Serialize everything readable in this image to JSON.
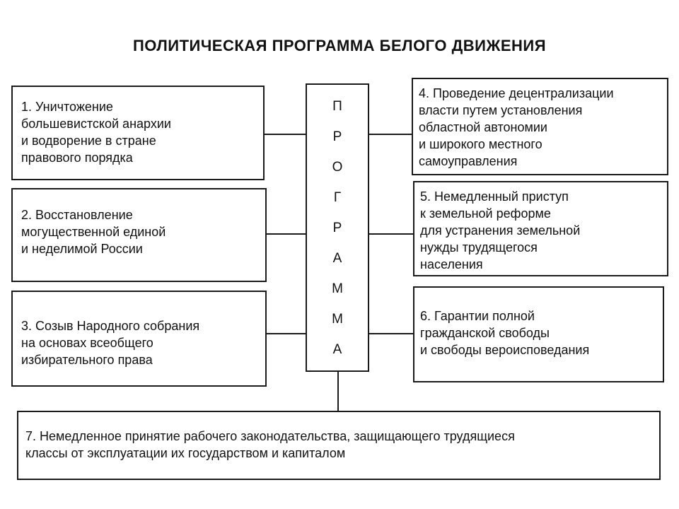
{
  "title": "ПОЛИТИЧЕСКАЯ ПРОГРАММА БЕЛОГО ДВИЖЕНИЯ",
  "center_letters": [
    "П",
    "Р",
    "О",
    "Г",
    "Р",
    "А",
    "М",
    "М",
    "А"
  ],
  "items": [
    "1. Уничтожение\n    большевистской анархии\n    и водворение в стране\n    правового порядка",
    "2. Восстановление\n    могущественной единой\n    и неделимой России",
    "3. Созыв Народного собрания\n    на основах всеобщего\n    избирательного права",
    "4. Проведение децентрализации\n    власти путем установления\n    областной автономии\n    и широкого местного\n    самоуправления",
    "5. Немедленный приступ\n    к земельной реформе\n    для устранения земельной\n    нужды трудящегося\n    населения",
    "6. Гарантии полной\n    гражданской свободы\n    и свободы вероисповедания",
    "7. Немедленное принятие рабочего законодательства, защищающего трудящиеся\n    классы от эксплуатации их государством и капиталом"
  ]
}
